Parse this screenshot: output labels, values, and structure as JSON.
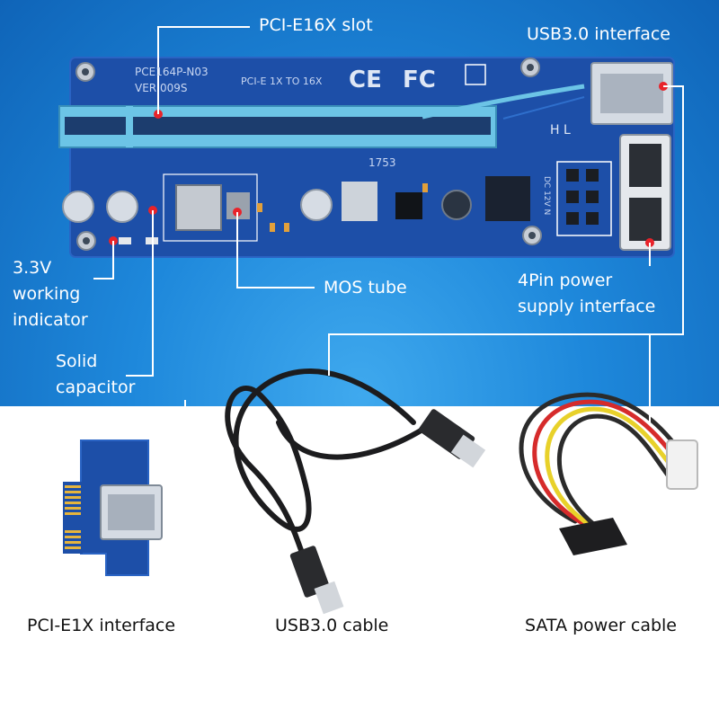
{
  "board": {
    "model": "PCE164P-N03",
    "version": "VER 009S",
    "slot_text": "PCI-E 1X TO 16X",
    "marks": [
      "CE",
      "FC"
    ],
    "jumper_text": "H L",
    "date_code": "1753",
    "power_text": "DC 12V N"
  },
  "labels": {
    "pcie16x": "PCI-E16X slot",
    "usb30_interface": "USB3.0 interface",
    "indicator": "3.3V\nworking\nindicator",
    "mos": "MOS tube",
    "power_4pin": "4Pin power\nsupply interface",
    "capacitor": "Solid\ncapacitor",
    "pcie1x": "PCI-E1X interface",
    "usb_cable": "USB3.0 cable",
    "sata_cable": "SATA power cable"
  },
  "colors": {
    "background": "#1e88db",
    "pcb": "#1d4fa8",
    "slot": "#6cc4e6",
    "marker": "#e8232a",
    "line": "#ffffff"
  }
}
